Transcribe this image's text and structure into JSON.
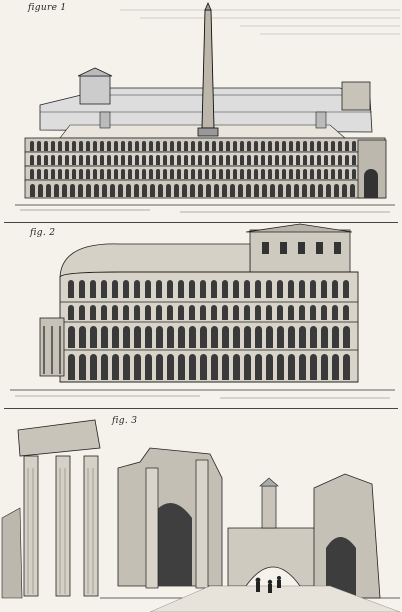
{
  "plate": {
    "figure_labels": [
      "figure 1",
      "fig. 2",
      "fig. 3"
    ]
  },
  "illustrations": [
    {
      "name": "circus-with-obelisk",
      "icon": "engraving-circus"
    },
    {
      "name": "round-theatre-arcades",
      "icon": "engraving-theatre"
    },
    {
      "name": "roman-ruins-street-view",
      "icon": "engraving-ruins"
    }
  ],
  "colors": {
    "ink": "#1a1a1a",
    "paper": "#f5f2eb"
  }
}
